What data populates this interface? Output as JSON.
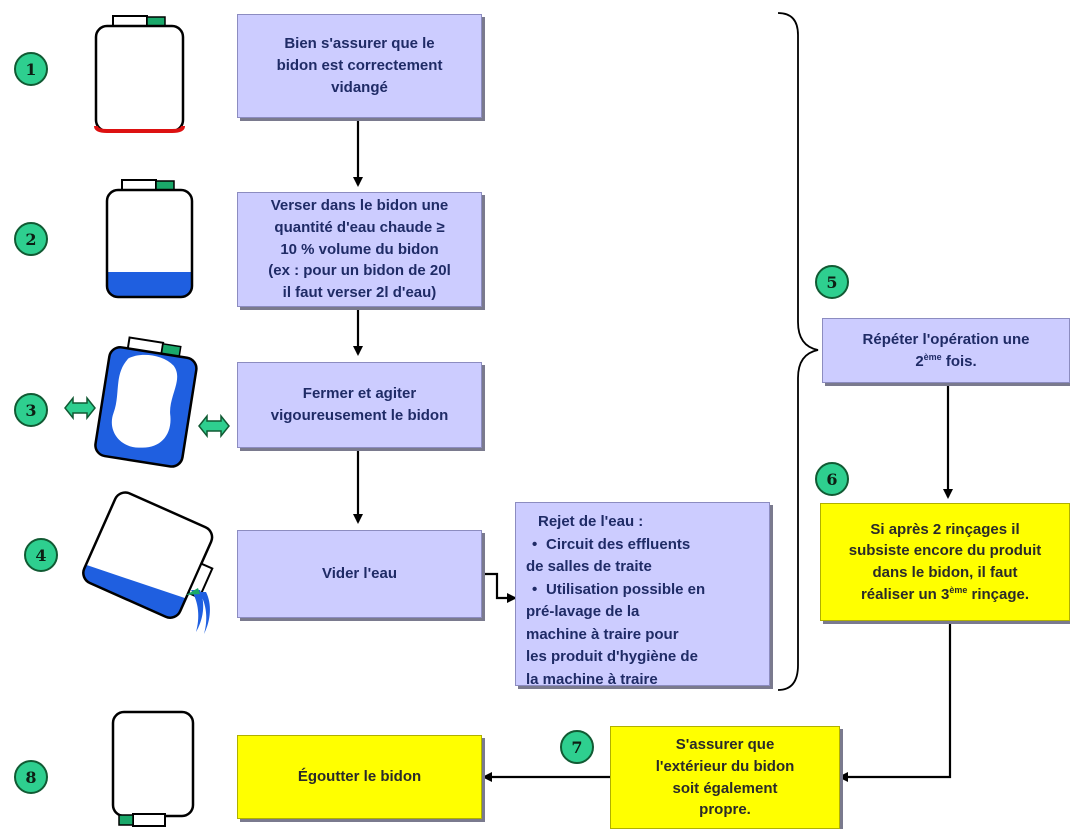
{
  "steps": [
    {
      "number": "1"
    },
    {
      "number": "2"
    },
    {
      "number": "3"
    },
    {
      "number": "4"
    },
    {
      "number": "5"
    },
    {
      "number": "6"
    },
    {
      "number": "7"
    },
    {
      "number": "8"
    }
  ],
  "boxes": {
    "b1": "Bien s'assurer que le\nbidon est correctement\nvidangé",
    "b2": "Verser dans le bidon une\nquantité d'eau chaude ≥\n10 % volume du bidon\n(ex : pour un bidon de 20l\nil faut verser 2l d'eau)",
    "b3": "Fermer et agiter\nvigoureusement le bidon",
    "b4": "Vider l'eau",
    "b8": "Égoutter le bidon",
    "b5_pre": "Répéter l'opération une",
    "b5_ord": "2",
    "b5_sup": "ème",
    "b5_post": " fois.",
    "b6_pre": "Si après 2 rinçages il\nsubsiste encore du produit\ndans le bidon, il faut\nréaliser un 3",
    "b6_sup": "ème",
    "b6_post": " rinçage.",
    "b7": "S'assurer que\nl'extérieur du bidon\nsoit également\npropre."
  },
  "rejet": {
    "title": "Rejet de l'eau :",
    "items": [
      "Circuit des effluents\nde salles de traite",
      "Utilisation possible en\npré-lavage de la\nmachine à traire pour\nles produit d'hygiène de\nla machine  à traire"
    ],
    "bullet": "•"
  },
  "colors": {
    "box_fill": "#ccccff",
    "highlight_fill": "#ffff00",
    "badge_fill": "#2ecf8f",
    "water": "#1f5fe0",
    "cap": "#1aa86a",
    "residue": "#dd1111"
  },
  "icons": [
    "empty-canister-icon",
    "partially-filled-canister-icon",
    "shaking-canister-icon",
    "pouring-canister-icon",
    "upside-down-canister-icon",
    "shake-arrow-icon"
  ]
}
